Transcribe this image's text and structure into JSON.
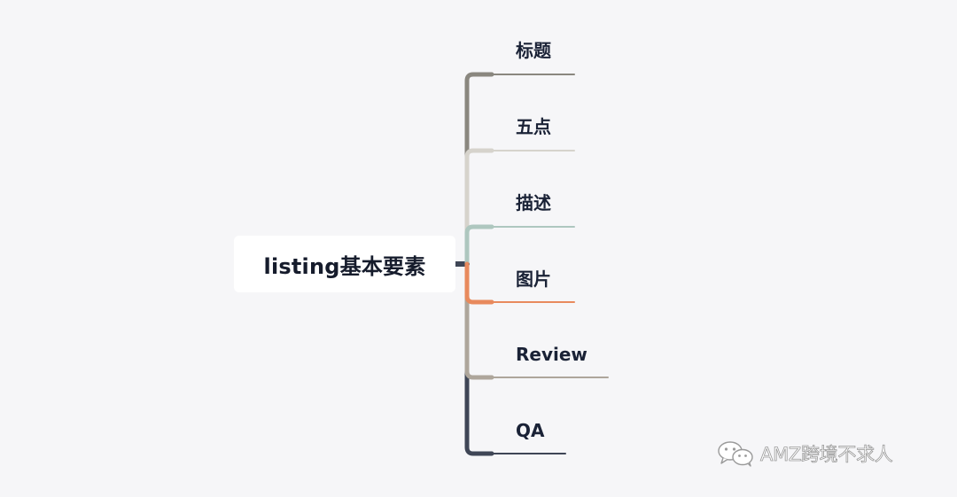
{
  "mindmap": {
    "root": {
      "label": "listing基本要素"
    },
    "branches": [
      {
        "label": "标题",
        "color": "#8a877f"
      },
      {
        "label": "五点",
        "color": "#d6d3cc"
      },
      {
        "label": "描述",
        "color": "#aec7bf"
      },
      {
        "label": "图片",
        "color": "#e88a5d"
      },
      {
        "label": "Review",
        "color": "#aea69b"
      },
      {
        "label": "QA",
        "color": "#3f4656"
      }
    ],
    "trunk_color": "#3f4656"
  },
  "watermark": {
    "icon": "wechat-icon",
    "text": "AMZ跨境不求人"
  }
}
